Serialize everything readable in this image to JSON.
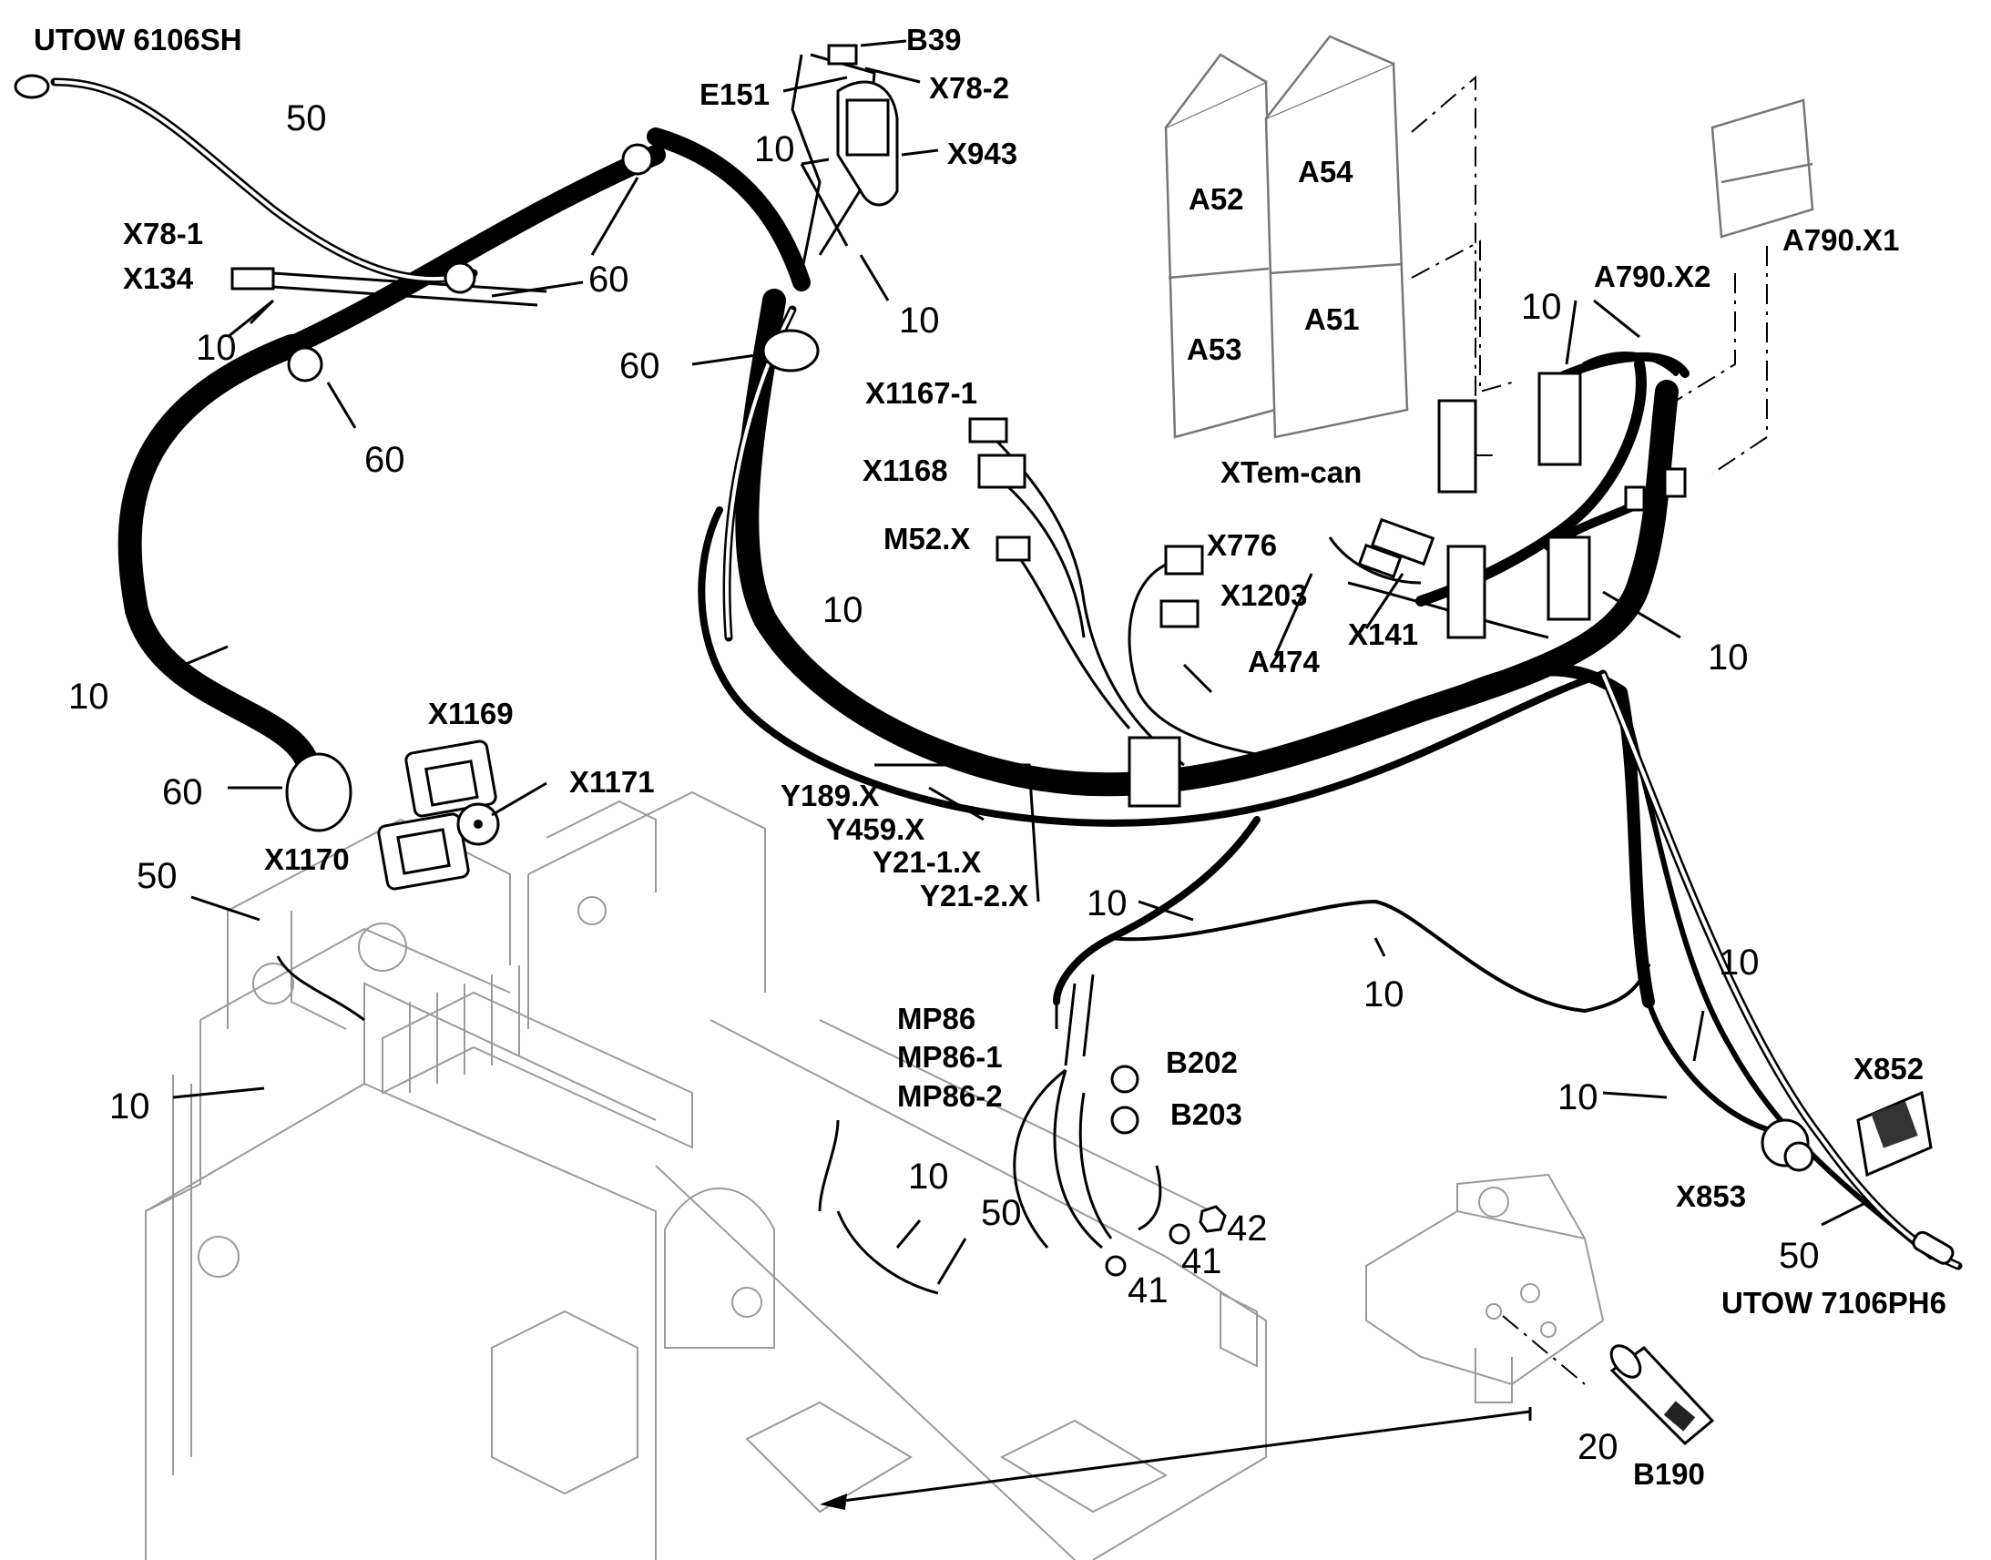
{
  "labels": {
    "utow_6106sh": "UTOW 6106SH",
    "utow_7106ph6": "UTOW 7106PH6",
    "b39": "B39",
    "x78_2": "X78-2",
    "e151": "E151",
    "x943": "X943",
    "a52": "A52",
    "a54": "A54",
    "a53": "A53",
    "a51": "A51",
    "a790_x1": "A790.X1",
    "a790_x2": "A790.X2",
    "x78_1": "X78-1",
    "x134": "X134",
    "x1167_1": "X1167-1",
    "x1168": "X1168",
    "m52_x": "M52.X",
    "xtem_can": "XTem-can",
    "x776": "X776",
    "x1203": "X1203",
    "a474": "A474",
    "x141": "X141",
    "x1169": "X1169",
    "x1171": "X1171",
    "x1170": "X1170",
    "y189_x": "Y189.X",
    "y459_x": "Y459.X",
    "y21_1_x": "Y21-1.X",
    "y21_2_x": "Y21-2.X",
    "mp86": "MP86",
    "mp86_1": "MP86-1",
    "mp86_2": "MP86-2",
    "b202": "B202",
    "b203": "B203",
    "x852": "X852",
    "x853": "X853",
    "b190": "B190"
  },
  "numbers": {
    "n50_top": "50",
    "n10_e151": "10",
    "n10_x943": "10",
    "n60_top": "60",
    "n10_x134": "10",
    "n60_left": "60",
    "n60_center": "60",
    "n10_a790": "10",
    "n10_center": "10",
    "n10_right": "10",
    "n10_loop": "10",
    "n60_x1170": "60",
    "n50_left": "50",
    "n10_y21": "10",
    "n10_mid": "10",
    "n10_x852": "10",
    "n10_x853": "10",
    "n10_frame": "10",
    "n10_valve": "10",
    "n50_valve": "50",
    "n42": "42",
    "n41_a": "41",
    "n41_b": "41",
    "n50_right": "50",
    "n20": "20"
  }
}
